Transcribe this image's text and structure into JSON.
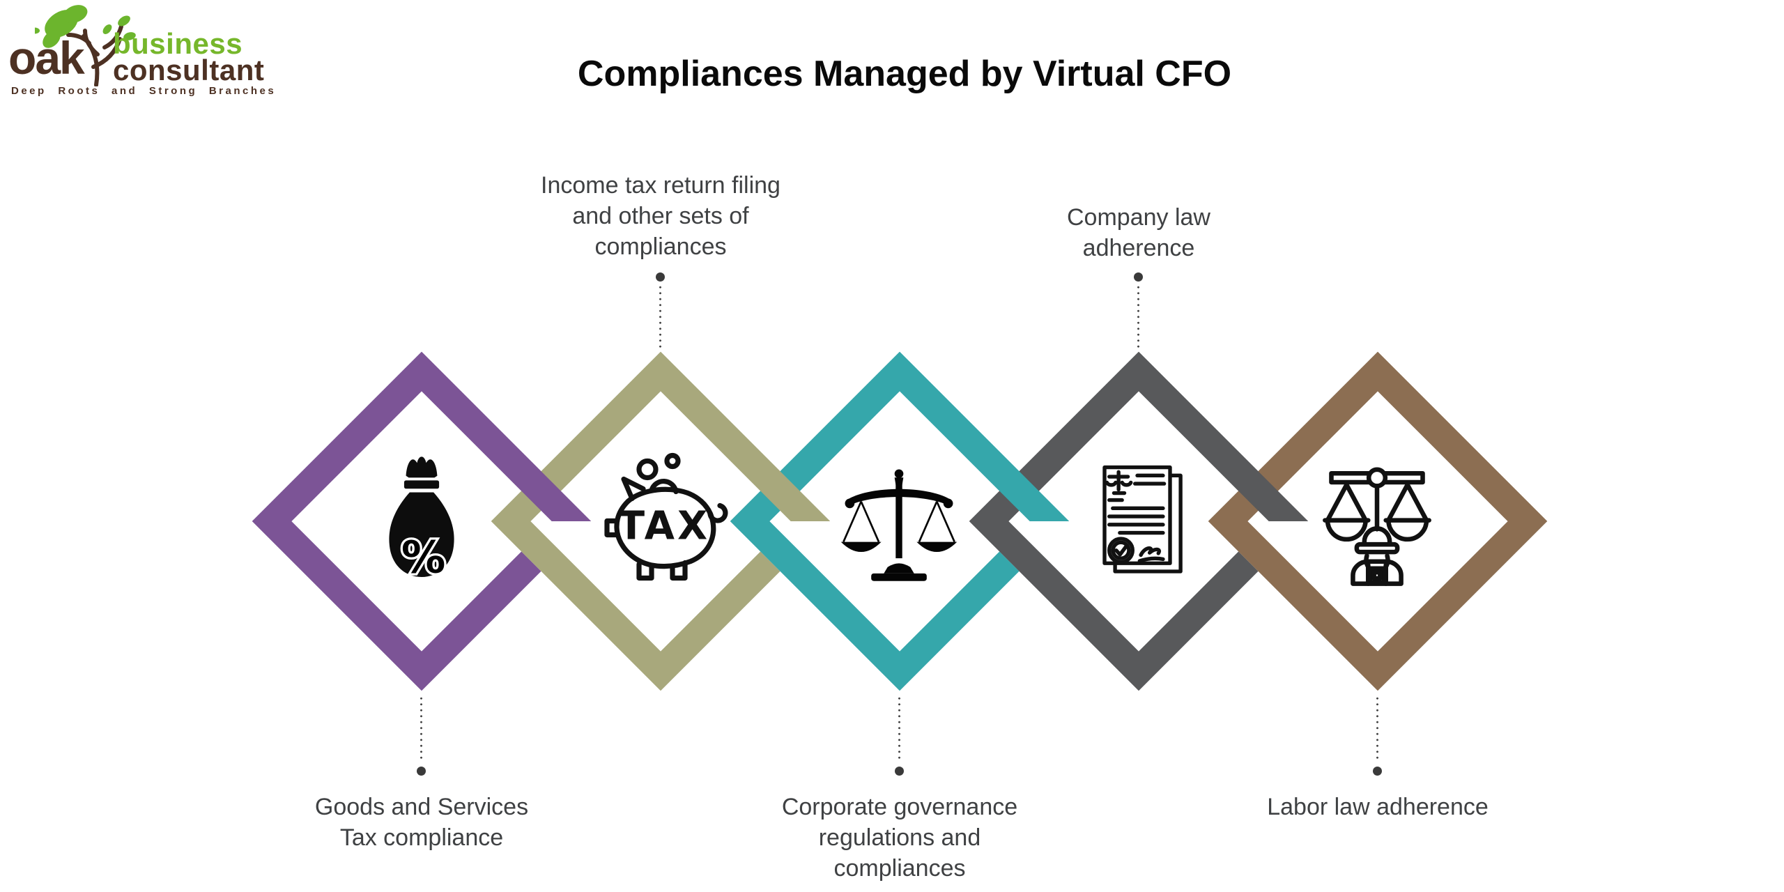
{
  "logo": {
    "brand_main": "oak",
    "brand_top": "business",
    "brand_bottom": "consultant",
    "tagline": "Deep Roots and Strong Branches",
    "green": "#76b72b",
    "brown": "#4d3123"
  },
  "title": "Compliances Managed by Virtual CFO",
  "colors": {
    "label_text": "#3f4143",
    "title_text": "#0a0a0a",
    "connector": "#454545",
    "icon_ink": "#111111",
    "background": "#ffffff"
  },
  "items": [
    {
      "id": "gst",
      "label": "Goods and Services\nTax compliance",
      "label_position": "below",
      "color": "#7c5496",
      "icon": "money-bag-percent-icon"
    },
    {
      "id": "income-tax",
      "label": "Income tax return filing\nand other sets of\ncompliances",
      "label_position": "above",
      "color": "#a8a87c",
      "icon": "piggy-bank-tax-icon"
    },
    {
      "id": "corporate-governance",
      "label": "Corporate governance\nregulations and\ncompliances",
      "label_position": "below",
      "color": "#35a7ab",
      "icon": "justice-scales-icon"
    },
    {
      "id": "company-law",
      "label": "Company law\nadherence",
      "label_position": "above",
      "color": "#58595b",
      "icon": "legal-document-icon"
    },
    {
      "id": "labor-law",
      "label": "Labor law adherence",
      "label_position": "below",
      "color": "#8c6e52",
      "icon": "labor-scales-worker-icon"
    }
  ]
}
